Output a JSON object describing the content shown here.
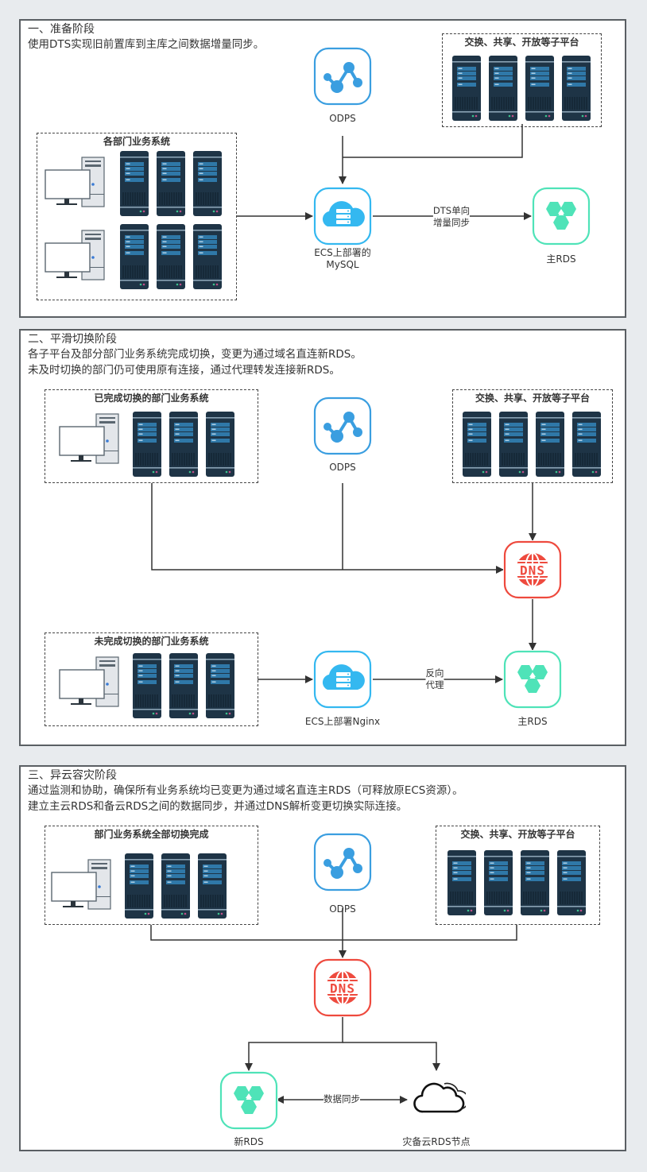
{
  "colors": {
    "page_bg": "#e8ebee",
    "panel_border": "#5a5f63",
    "odps_blue": "#3a9ee0",
    "ecs_blue": "#34b8f0",
    "rds_green": "#4fe3b8",
    "dns_red": "#ee4a3e",
    "server_dark": "#1e3446",
    "server_accent": "#2f78a8",
    "wire": "#333333"
  },
  "stages": [
    {
      "title": "一、准备阶段",
      "description": [
        "使用DTS实现旧前置库到主库之间数据增量同步。"
      ],
      "groups": {
        "departments": {
          "label": "各部门业务系统",
          "icons": [
            "desktop-pc-icon",
            "server-icon",
            "server-icon",
            "server-icon",
            "desktop-pc-icon",
            "server-icon",
            "server-icon",
            "server-icon"
          ]
        },
        "platforms": {
          "label": "交换、共享、开放等子平台",
          "icons": [
            "server-icon",
            "server-icon",
            "server-icon",
            "server-icon"
          ]
        }
      },
      "nodes": {
        "odps": {
          "label": "ODPS",
          "icon": "odps-icon"
        },
        "ecs_mysql": {
          "label": [
            "ECS上部署的",
            "MySQL"
          ],
          "icon": "ecs-cloud-icon"
        },
        "main_rds": {
          "label": "主RDS",
          "icon": "rds-icon"
        }
      },
      "edges": [
        {
          "from": "odps",
          "to": "ecs_mysql",
          "label": ""
        },
        {
          "from": "platforms",
          "to": "ecs_mysql",
          "label": ""
        },
        {
          "from": "departments",
          "to": "ecs_mysql",
          "label": ""
        },
        {
          "from": "ecs_mysql",
          "to": "main_rds",
          "label": [
            "DTS单向",
            "增量同步"
          ]
        }
      ]
    },
    {
      "title": "二、平滑切换阶段",
      "description": [
        "各子平台及部分部门业务系统完成切换，变更为通过域名直连新RDS。",
        "未及时切换的部门仍可使用原有连接，通过代理转发连接新RDS。"
      ],
      "groups": {
        "switched": {
          "label": "已完成切换的部门业务系统",
          "icons": [
            "desktop-pc-icon",
            "server-icon",
            "server-icon",
            "server-icon"
          ]
        },
        "platforms": {
          "label": "交换、共享、开放等子平台",
          "icons": [
            "server-icon",
            "server-icon",
            "server-icon",
            "server-icon"
          ]
        },
        "unswitched": {
          "label": "未完成切换的部门业务系统",
          "icons": [
            "desktop-pc-icon",
            "server-icon",
            "server-icon",
            "server-icon"
          ]
        }
      },
      "nodes": {
        "odps": {
          "label": "ODPS",
          "icon": "odps-icon"
        },
        "dns": {
          "label": "",
          "icon": "dns-icon"
        },
        "ecs_nginx": {
          "label": "ECS上部署Nginx",
          "icon": "ecs-cloud-icon"
        },
        "main_rds": {
          "label": "主RDS",
          "icon": "rds-icon"
        }
      },
      "edges": [
        {
          "from": "switched",
          "to": "dns",
          "label": ""
        },
        {
          "from": "odps",
          "to": "dns",
          "label": ""
        },
        {
          "from": "platforms",
          "to": "dns",
          "label": ""
        },
        {
          "from": "dns",
          "to": "main_rds",
          "label": ""
        },
        {
          "from": "unswitched",
          "to": "ecs_nginx",
          "label": ""
        },
        {
          "from": "ecs_nginx",
          "to": "main_rds",
          "label": [
            "反向",
            "代理"
          ]
        }
      ]
    },
    {
      "title": "三、异云容灾阶段",
      "description": [
        "通过监测和协助，确保所有业务系统均已变更为通过域名直连主RDS（可释放原ECS资源）。",
        "建立主云RDS和备云RDS之间的数据同步，并通过DNS解析变更切换实际连接。"
      ],
      "groups": {
        "all_switched": {
          "label": "部门业务系统全部切换完成",
          "icons": [
            "desktop-pc-icon",
            "server-icon",
            "server-icon",
            "server-icon"
          ]
        },
        "platforms": {
          "label": "交换、共享、开放等子平台",
          "icons": [
            "server-icon",
            "server-icon",
            "server-icon",
            "server-icon"
          ]
        }
      },
      "nodes": {
        "odps": {
          "label": "ODPS",
          "icon": "odps-icon"
        },
        "dns": {
          "label": "",
          "icon": "dns-icon"
        },
        "new_rds": {
          "label": "新RDS",
          "icon": "rds-icon"
        },
        "dr_node": {
          "label": "灾备云RDS节点",
          "icon": "cloud-outline-icon"
        }
      },
      "edges": [
        {
          "from": "all_switched",
          "to": "dns",
          "label": ""
        },
        {
          "from": "odps",
          "to": "dns",
          "label": ""
        },
        {
          "from": "platforms",
          "to": "dns",
          "label": ""
        },
        {
          "from": "dns",
          "to": "new_rds",
          "label": ""
        },
        {
          "from": "dns",
          "to": "dr_node",
          "label": ""
        },
        {
          "from": "new_rds",
          "to": "dr_node",
          "label": "数据同步",
          "bidirectional": true
        }
      ]
    }
  ]
}
